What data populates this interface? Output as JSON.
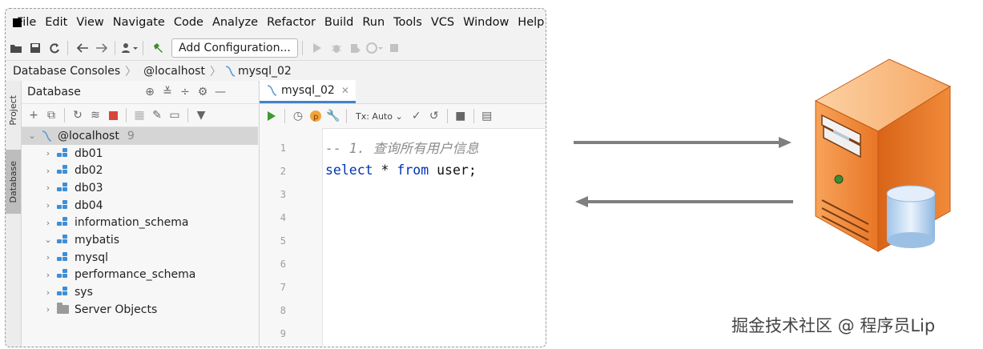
{
  "menu": [
    "File",
    "Edit",
    "View",
    "Navigate",
    "Code",
    "Analyze",
    "Refactor",
    "Build",
    "Run",
    "Tools",
    "VCS",
    "Window",
    "Help"
  ],
  "toolbar": {
    "config_label": "Add Configuration..."
  },
  "breadcrumb": [
    "Database Consoles",
    "@localhost",
    "mysql_02"
  ],
  "stripe": {
    "project": "Project",
    "database": "Database"
  },
  "db_panel": {
    "title": "Database",
    "root": {
      "label": "@localhost",
      "count": "9"
    },
    "items": [
      {
        "label": "db01",
        "chev": "›"
      },
      {
        "label": "db02",
        "chev": "›"
      },
      {
        "label": "db03",
        "chev": "›"
      },
      {
        "label": "db04",
        "chev": "›"
      },
      {
        "label": "information_schema",
        "chev": "›"
      },
      {
        "label": "mybatis",
        "chev": "⌄"
      },
      {
        "label": "mysql",
        "chev": "›"
      },
      {
        "label": "performance_schema",
        "chev": "›"
      },
      {
        "label": "sys",
        "chev": "›"
      },
      {
        "label": "Server Objects",
        "chev": "›"
      }
    ]
  },
  "editor": {
    "tab_label": "mysql_02",
    "tx_label": "Tx: Auto",
    "line_numbers": [
      "1",
      "2",
      "3",
      "4",
      "5",
      "6",
      "7",
      "8",
      "9"
    ],
    "comment": "-- 1. 查询所有用户信息",
    "code_kw1": "select",
    "code_mid": " * ",
    "code_kw2": "from",
    "code_end": " user;"
  },
  "watermark": "掘金技术社区 @ 程序员Lip",
  "colors": {
    "server_orange": "#e8772a",
    "arrow_gray": "#7f7f7f",
    "selection_blue": "#4083c9"
  },
  "icons": [
    "intellij-logo-icon",
    "open-folder-icon",
    "save-icon",
    "sync-icon",
    "back-arrow-icon",
    "forward-arrow-icon",
    "user-icon",
    "build-hammer-icon",
    "run-icon",
    "debug-icon",
    "coverage-icon",
    "profile-icon",
    "stop-icon",
    "target-icon",
    "collapse-icon",
    "expand-icon",
    "gear-icon",
    "minimize-icon",
    "add-icon",
    "copy-icon",
    "refresh-icon",
    "schema-icon",
    "table-icon",
    "edit-icon",
    "console-icon",
    "filter-icon",
    "execute-icon",
    "history-icon",
    "explain-plan-icon",
    "settings-wrench-icon",
    "commit-icon",
    "rollback-icon",
    "server-icon",
    "database-cylinder-icon"
  ]
}
